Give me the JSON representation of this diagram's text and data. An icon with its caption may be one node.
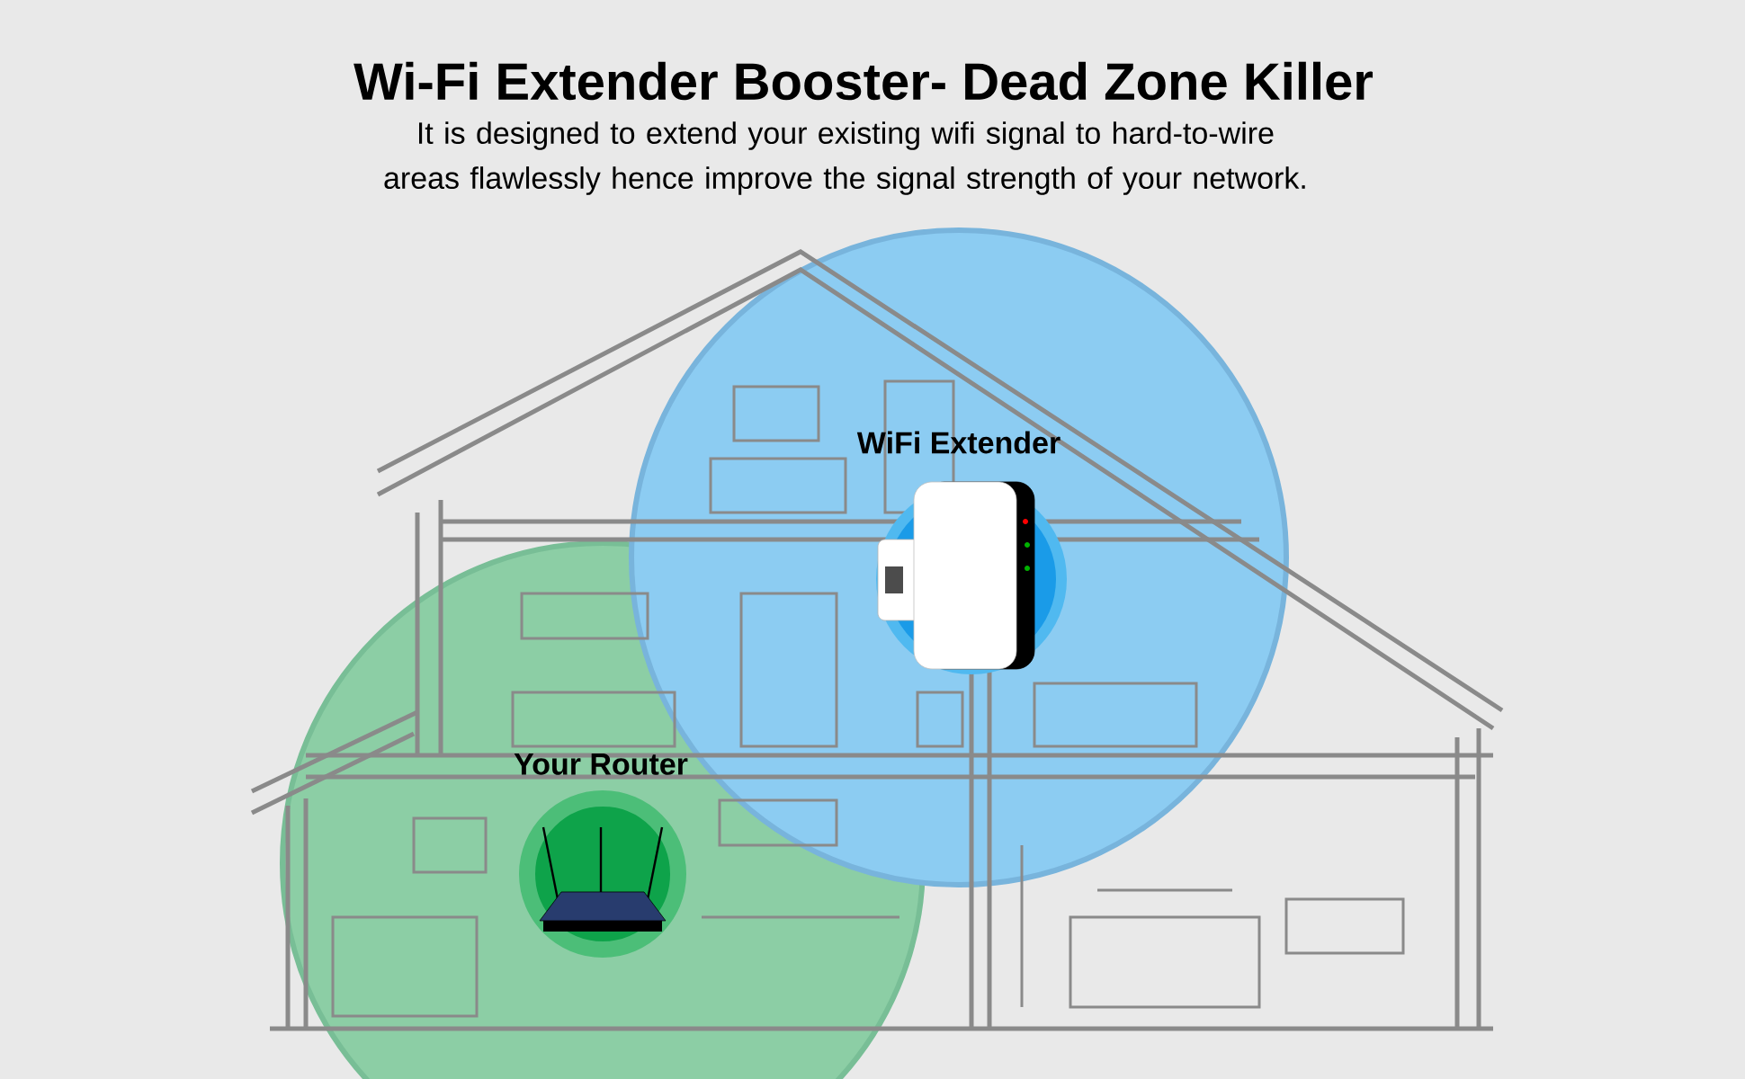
{
  "diagram": {
    "title": "Wi-Fi Extender Booster- Dead Zone Killer",
    "caption": "It is designed to extend your existing wifi signal to hard-to-wire areas flawlessly hence improve the signal strength of your network.",
    "nodes": [
      {
        "text": [
          "Your Router"
        ]
      },
      {
        "text": [
          "WiFi Extender"
        ]
      }
    ]
  }
}
